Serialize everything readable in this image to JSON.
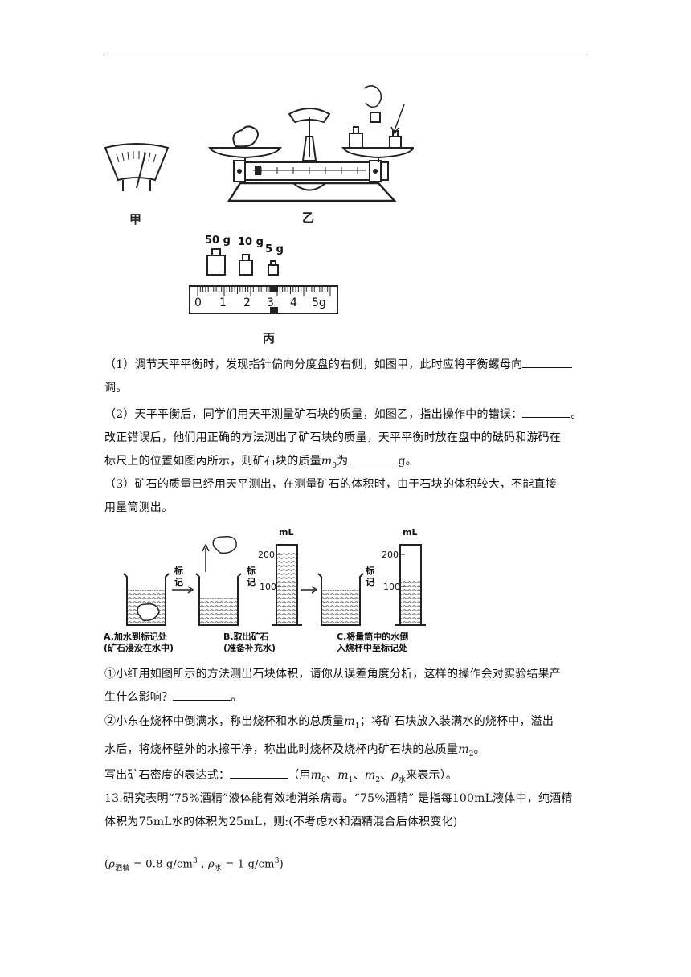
{
  "figures": {
    "jia_label": "甲",
    "yi_label": "乙",
    "bing_label": "丙",
    "weights": [
      "50 g",
      "10 g",
      "5 g"
    ],
    "scale_ticks": [
      "0",
      "1",
      "2",
      "3",
      "4",
      "5g"
    ],
    "beam_ticks": [
      "0",
      "1",
      "2",
      "3",
      "4",
      "5g"
    ]
  },
  "q1": {
    "text": "（1）调节天平平衡时，发现指针偏向分度盘的右侧，如图甲，此时应将平衡螺母向",
    "cont": "调。"
  },
  "q2": {
    "line1": "（2）天平平衡后，同学们用天平测量矿石块的质量，如图乙，指出操作中的错误：",
    "line1_end": "。",
    "line2": "改正错误后，他们用正确的方法测出了矿石块的质量，天平平衡时放在盘中的砝码和游码在",
    "line3_a": "标尺上的位置如图丙所示，则矿石块的质量",
    "line3_var": "m",
    "line3_sub": "0",
    "line3_b": "为",
    "line3_end": "g。"
  },
  "q3": {
    "line1": "（3）矿石的质量已经用天平测出，在测量矿石的体积时，由于石块的体积较大，不能直接",
    "line2": "用量筒测出。"
  },
  "cylinder": {
    "unit": "mL",
    "ticks": [
      "200",
      "100"
    ],
    "mark_label": "标记"
  },
  "captions": {
    "a1": "A.加水到标记处",
    "a2": "(矿石浸没在水中)",
    "b1": "B.取出矿石",
    "b2": "(准备补充水)",
    "c1": "C.将量筒中的水倒",
    "c2": "入烧杯中至标记处"
  },
  "sub1": {
    "line1": "①小红用如图所示的方法测出石块体积，请你从误差角度分析，这样的操作会对实验结果产",
    "line2": "生什么影响？",
    "line2_end": "。"
  },
  "sub2": {
    "line1_a": "②小东在烧杯中倒满水，称出烧杯和水的总质量",
    "line1_var": "m",
    "line1_sub": "1",
    "line1_b": "；将矿石块放入装满水的烧杯中，溢出",
    "line2_a": "水后，将烧杯壁外的水擦干净，称出此时烧杯及烧杯内矿石块的总质量",
    "line2_var": "m",
    "line2_sub": "2",
    "line2_b": "。"
  },
  "expr": {
    "a": "写出矿石密度的表达式：",
    "b": "（用",
    "v0": "m",
    "s0": "0",
    "sep": "、",
    "v1": "m",
    "s1": "1",
    "v2": "m",
    "s2": "2",
    "rho": "ρ",
    "rho_sub": "水",
    "c": "来表示）。"
  },
  "q13": {
    "line1": "13.研究表明“75%酒精”液体能有效地消杀病毒。“75%酒精” 是指每100mL液体中，纯酒精",
    "line2": "体积为75mL水的体积为25mL，则:(不考虑水和酒精混合后体积变化)"
  },
  "given": {
    "open": "(",
    "rho": "ρ",
    "sub_alc": "酒精",
    "eq1": " = 0.8 g/cm",
    "cube": "3",
    "comma": " ,",
    "sub_w": "水",
    "eq2": " = 1 g/cm",
    "close": ")"
  }
}
